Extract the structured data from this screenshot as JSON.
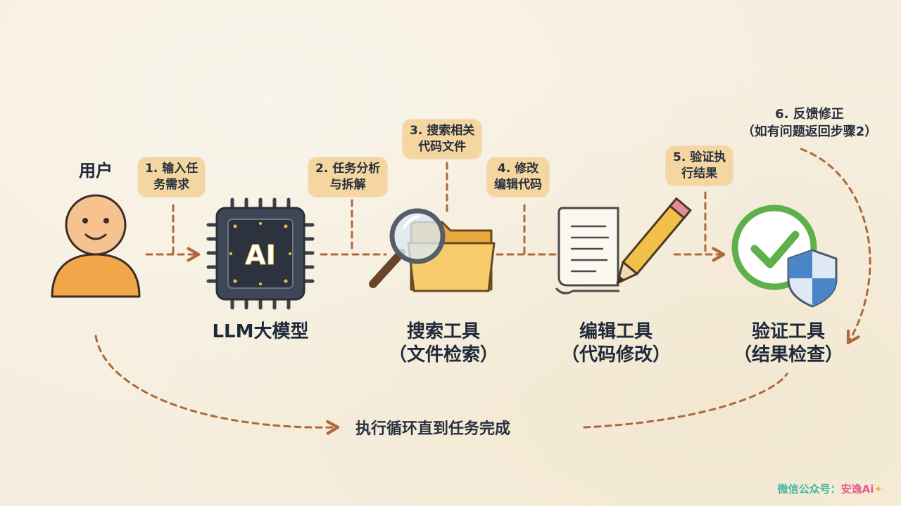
{
  "user": {
    "label": "用户"
  },
  "nodes": {
    "llm": {
      "title": "LLM大模型",
      "chip_text": "AI"
    },
    "search": {
      "title": "搜索工具",
      "subtitle": "（文件检索）"
    },
    "edit": {
      "title": "编辑工具",
      "subtitle": "（代码修改）"
    },
    "verify": {
      "title": "验证工具",
      "subtitle": "（结果检查）"
    }
  },
  "steps": {
    "s1": {
      "line1": "1. 输入任",
      "line2": "务需求"
    },
    "s2": {
      "line1": "2. 任务分析",
      "line2": "与拆解"
    },
    "s3": {
      "line1": "3. 搜索相关",
      "line2": "代码文件"
    },
    "s4": {
      "line1": "4. 修改",
      "line2": "编辑代码"
    },
    "s5": {
      "line1": "5. 验证执",
      "line2": "行结果"
    },
    "s6": {
      "line1": "6. 反馈修正",
      "line2": "（如有问题返回步骤2）"
    }
  },
  "loop_label": "执行循环直到任务完成",
  "watermark": {
    "prefix": "微信公众号：",
    "brand": "安逸Ai"
  },
  "colors": {
    "background": "#f6efdf",
    "arrow": "#b0683a",
    "tag": "#f6d6a0",
    "chip": "#3e4756",
    "folder": "#f2c35c",
    "check": "#5fb04a",
    "shield": "#4a86c5",
    "skin": "#f6c28f",
    "shirt": "#f2a64a"
  }
}
